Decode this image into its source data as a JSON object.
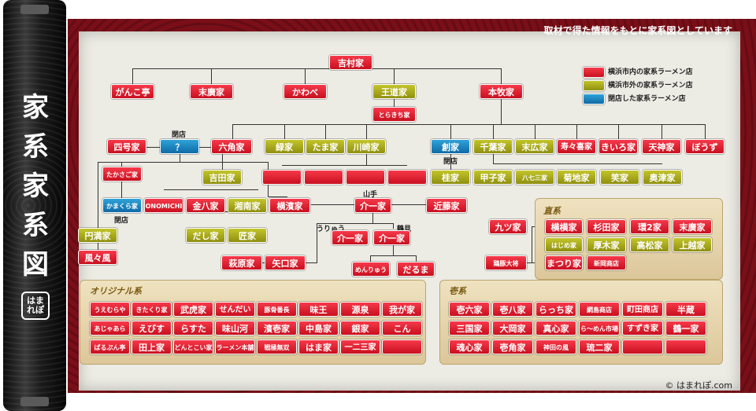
{
  "title_chars": [
    "家",
    "系",
    "家",
    "系",
    "図"
  ],
  "seal": "はまれぽ",
  "header_note": "取材で得た情報をもとに家系図としています",
  "copyright": "© はまれぽ.com",
  "legend": [
    {
      "label": "横浜市内の家系ラーメン店",
      "color": "#e0202f"
    },
    {
      "label": "横浜市外の家系ラーメン店",
      "color": "#a9ab18"
    },
    {
      "label": "閉店した家系ラーメン店",
      "color": "#1d86c0"
    }
  ],
  "labels": {
    "closed1": "閉店",
    "closed2": "閉店",
    "closed3": "閉店",
    "yamate": "山手",
    "uryu": "うりゅう",
    "tsurumi": "鶴見"
  },
  "tree": {
    "yoshimura": "吉村家",
    "ganko": "がんこ亭",
    "suehiro": "末廣家",
    "kawabe": "かわべ",
    "odo": "王道家",
    "torakichi": "とらきち家",
    "honmaki": "本牧家",
    "yongo": "四号家",
    "unknown": "？",
    "rokkaku": "六角家",
    "midori": "緑家",
    "tama": "たま家",
    "kawasaki": "川崎家",
    "so": "創家",
    "chiba": "千葉家",
    "suehiro2": "末広家",
    "jukiya": "寿々喜家",
    "kiiro": "きいろ家",
    "tenjin": "天神家",
    "bozu": "ぼうず",
    "takasago": "たかさご家",
    "yoshida": "吉田家",
    "kei": "桂家",
    "koshi": "甲子家",
    "hachi3": "八七三家",
    "kikuchi": "菊地家",
    "sho": "笑家",
    "okutsu": "奥津家",
    "kamakura": "かまくら家",
    "onomichi": "ONOMICHI",
    "kinpachi": "金八家",
    "shonan": "湘南家",
    "yokohama": "横濱家",
    "kaiichi": "介一家",
    "kondo": "近藤家",
    "enman": "円満家",
    "dashi": "だし家",
    "takumi": "匠家",
    "kaiichi2": "介一家",
    "kaiichi3": "介一家",
    "fufu": "風々風",
    "hagiwara": "萩原家",
    "yaguchi": "矢口家",
    "menryu": "めんりゅう",
    "daruma": "だるま"
  },
  "chokkei": {
    "title": "直系",
    "kokonotsu": "九ツ家",
    "items": [
      "横横家",
      "杉田家",
      "環2家",
      "末廣家",
      "はじめ家",
      "厚木家",
      "高松家",
      "上越家",
      "まつり家",
      "新岡商店"
    ],
    "tori": "鶏豚大将"
  },
  "original": {
    "title": "オリジナル系",
    "rows": [
      [
        "うえむらや",
        "きたくり家",
        "武虎家",
        "せんだい",
        "豚骨番長",
        "味王",
        "源泉",
        "我が家"
      ],
      [
        "あじゃあら",
        "えびす",
        "らすた",
        "味山河",
        "濱壱家",
        "中島家",
        "銀家",
        "こん"
      ],
      [
        "ぱるぷん亭",
        "田上家",
        "どんとこい家",
        "ラーメン本舗",
        "戦極無双",
        "はま家",
        "一二三家",
        ""
      ]
    ]
  },
  "ichi": {
    "title": "壱系",
    "rows": [
      [
        "壱六家",
        "壱八家",
        "らっち家",
        "網島商店",
        "町田商店",
        "半蔵"
      ],
      [
        "三国家",
        "大岡家",
        "真心家",
        "ら〜めん市場",
        "すずき家",
        "鶴一家"
      ],
      [
        "魂心家",
        "壱角家",
        "神田の風",
        "琉二家",
        "",
        ""
      ]
    ]
  }
}
